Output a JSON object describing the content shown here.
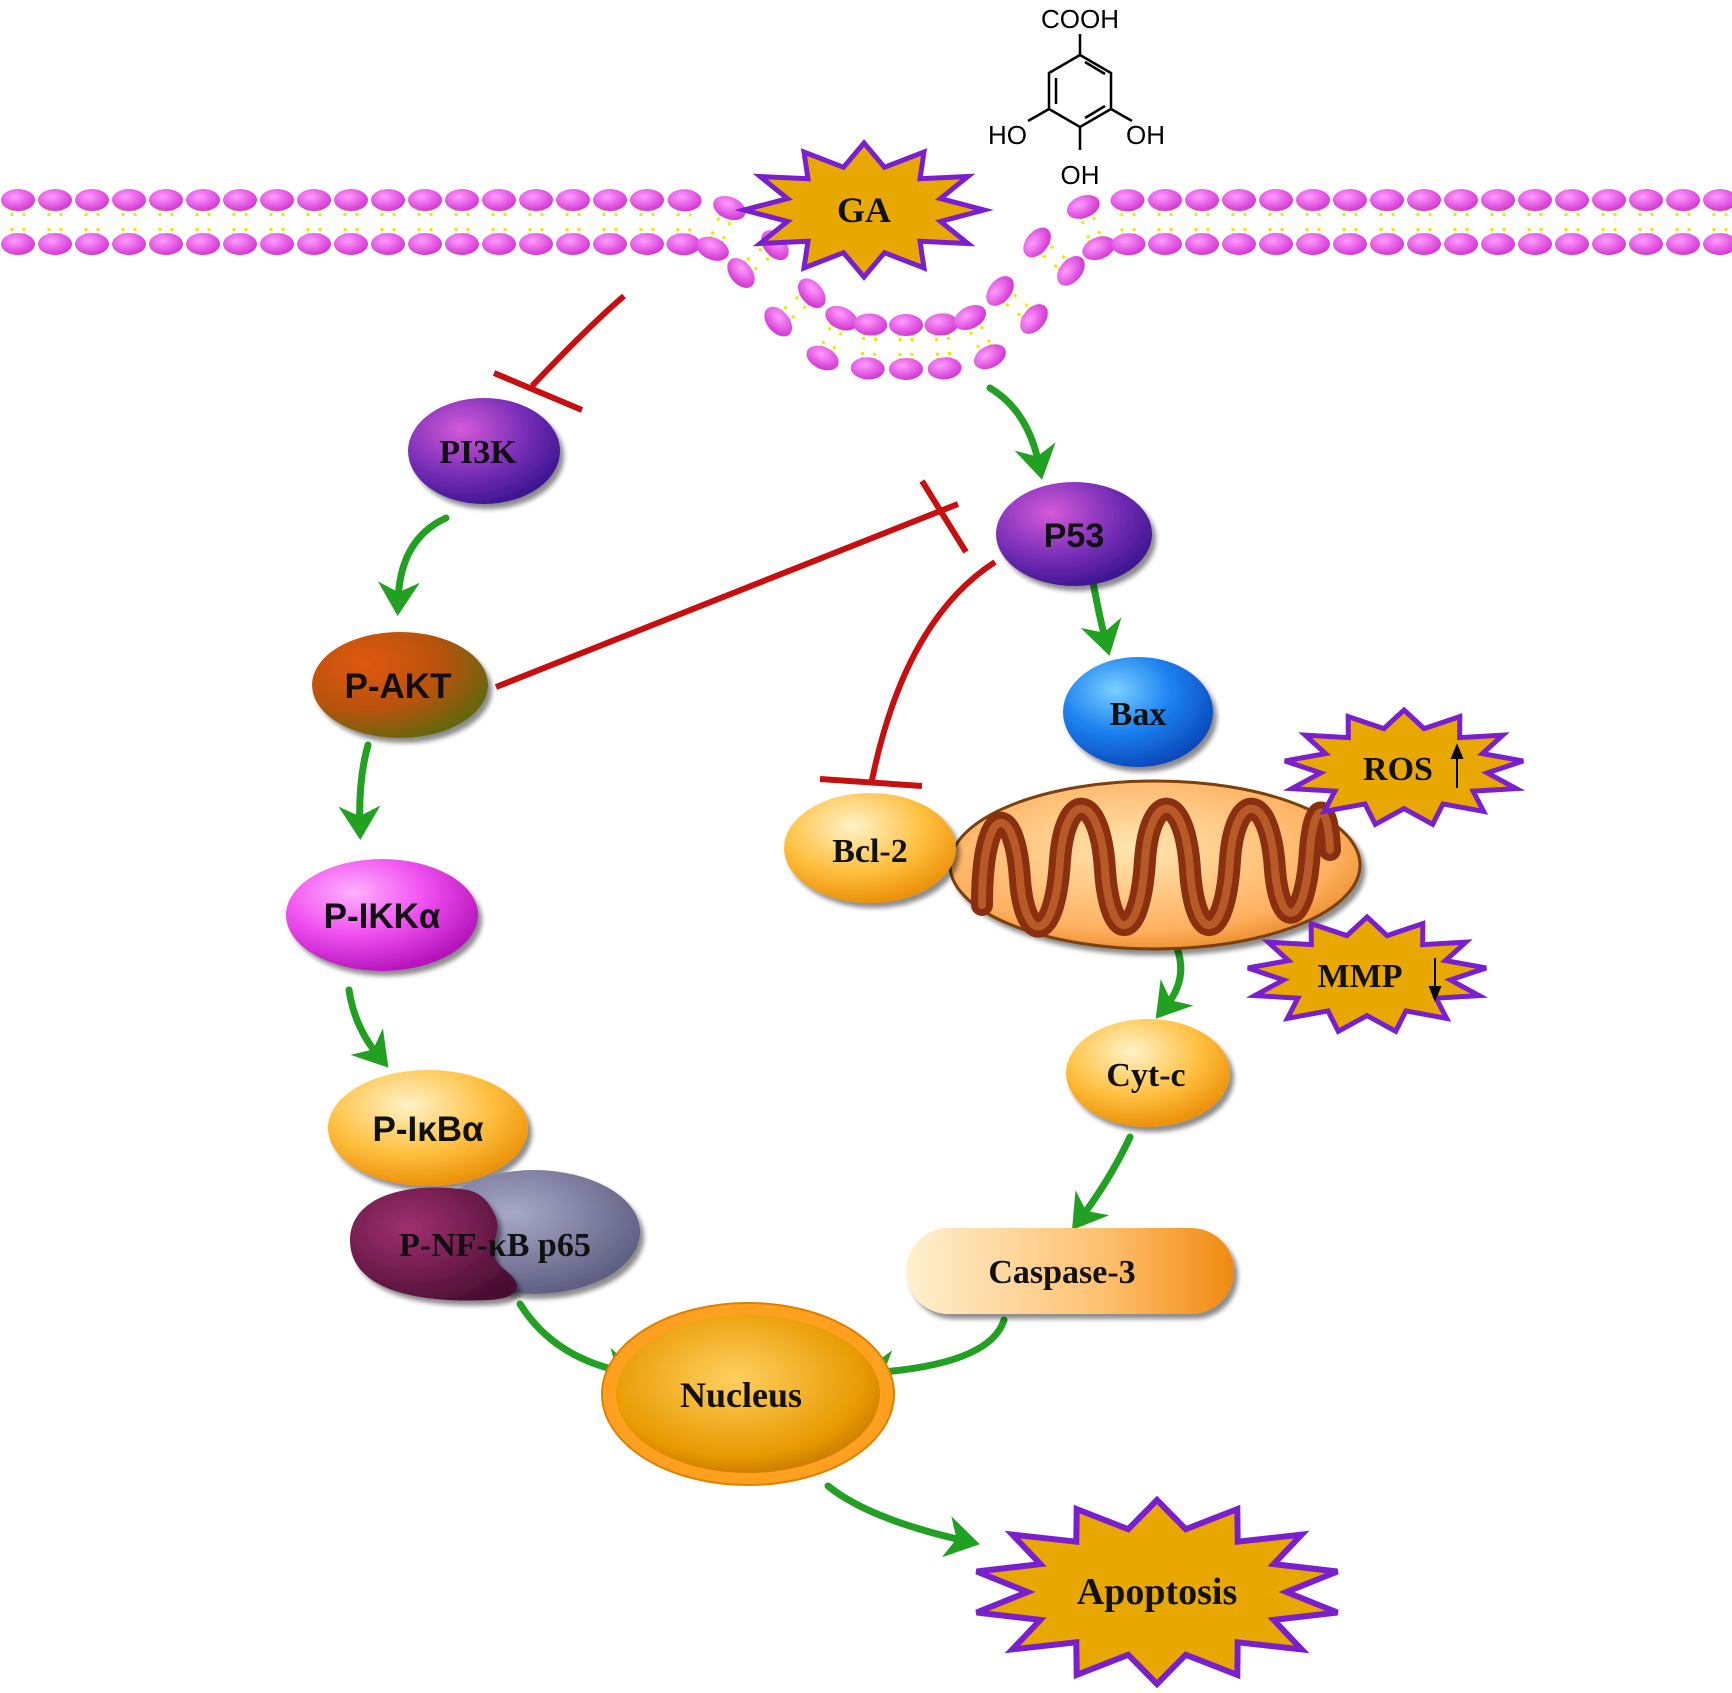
{
  "molecule": {
    "top_group": "COOH",
    "left_group": "HO",
    "right_group": "OH",
    "bottom_group": "OH"
  },
  "nodes": {
    "ga": "GA",
    "pi3k": "PI3K",
    "p53": "P53",
    "pakt": "P-AKT",
    "bax": "Bax",
    "bcl2": "Bcl-2",
    "ros": "ROS",
    "mmp": "MMP",
    "pikka": "P-IKKα",
    "cytc": "Cyt-c",
    "pikba": "P-IκBα",
    "pnfkb": "P-NF-κB p65",
    "caspase3": "Caspase-3",
    "nucleus": "Nucleus",
    "apoptosis": "Apoptosis"
  },
  "indicators": {
    "ros_direction": "up",
    "mmp_direction": "down"
  },
  "colors": {
    "lipid_head": "#e040e0",
    "lipid_tail": "#f2e600",
    "activation_arrow": "#22a022",
    "inhibition_line": "#c80f0f",
    "star_fill": "#e8a800",
    "star_stroke": "#7a1fd0"
  }
}
